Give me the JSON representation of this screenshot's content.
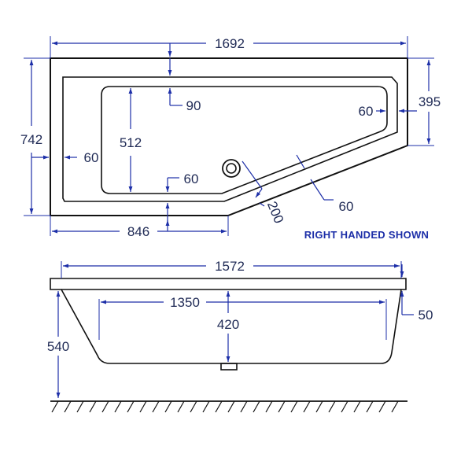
{
  "plan_view": {
    "overall_length": "1692",
    "overall_width": "742",
    "end_width": "395",
    "inner_length": "512",
    "rim_left": "60",
    "rim_top": "90",
    "rim_right": "60",
    "rim_bottom": "60",
    "rim_diagonal": "60",
    "corner_offset": "200",
    "straight_length": "846"
  },
  "note": "RIGHT HANDED SHOWN",
  "side_view": {
    "length": "1572",
    "inner_length": "1350",
    "depth": "420",
    "height": "540",
    "rim_depth": "50"
  },
  "colors": {
    "dimension": "#1d2fa8",
    "outline": "#111111"
  }
}
